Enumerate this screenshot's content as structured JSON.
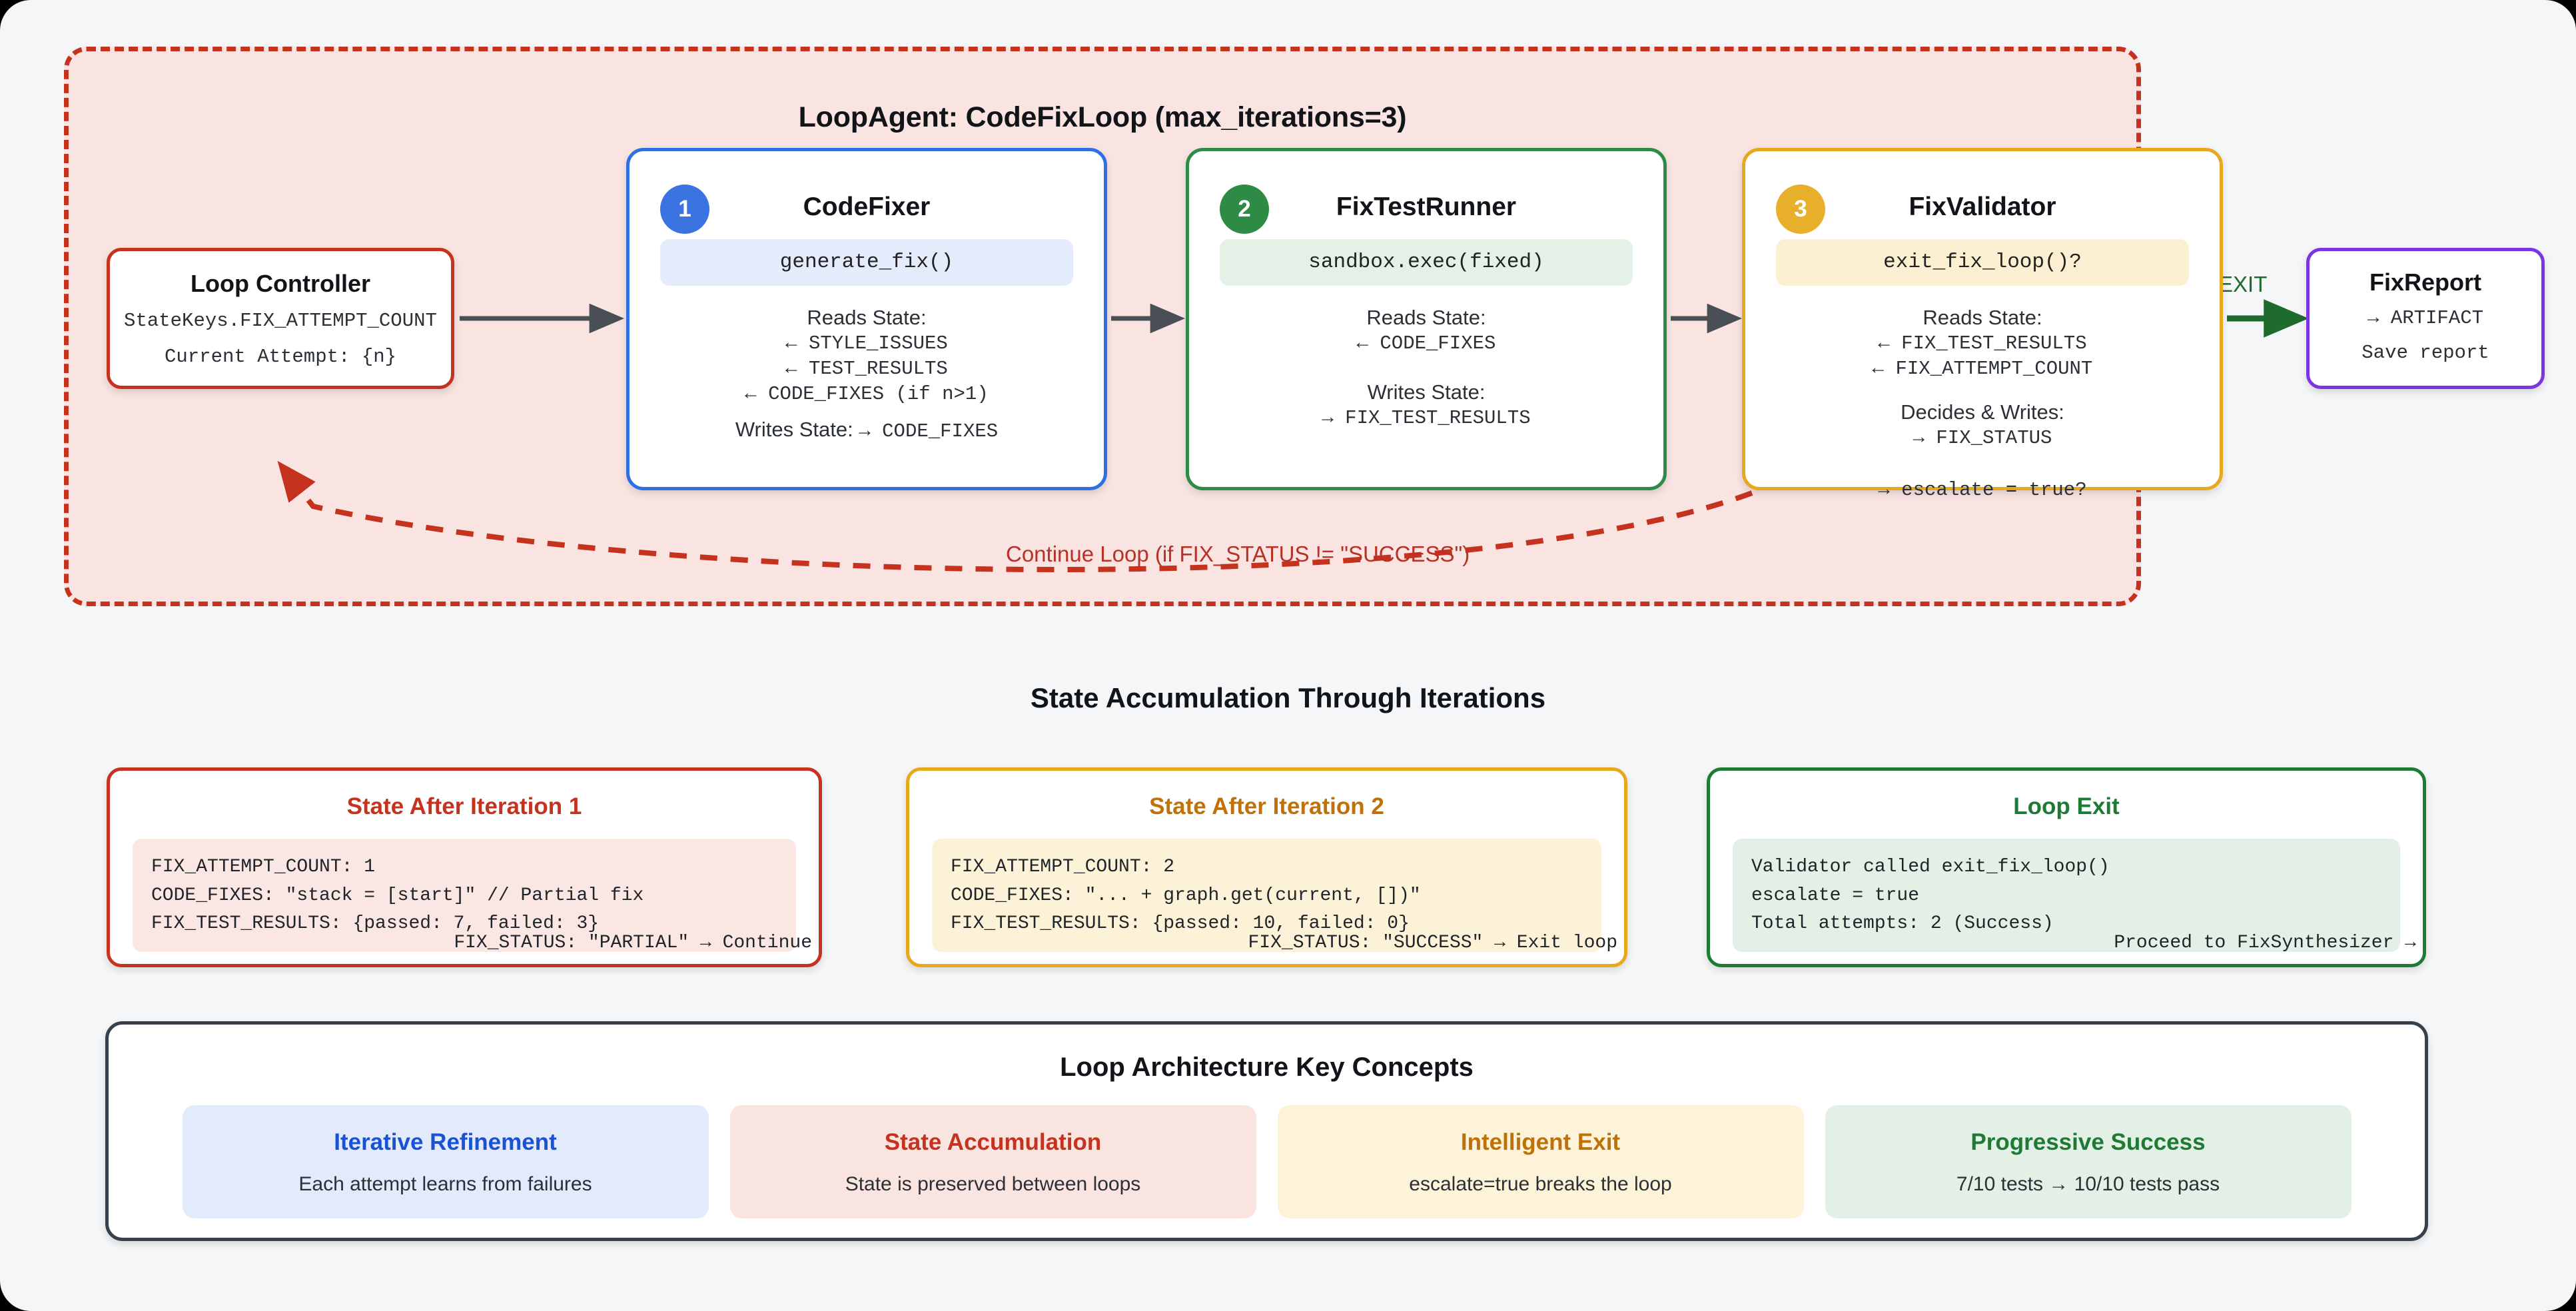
{
  "loop": {
    "title": "LoopAgent: CodeFixLoop (max_iterations=3)",
    "controller": {
      "title": "Loop Controller",
      "state_key": "StateKeys.FIX_ATTEMPT_COUNT",
      "attempt": "Current Attempt: {n}"
    },
    "nodes": [
      {
        "num": "1",
        "title": "CodeFixer",
        "chip": "generate_fix()",
        "reads_label": "Reads State:",
        "reads": [
          "← STYLE_ISSUES",
          "← TEST_RESULTS",
          "← CODE_FIXES (if n>1)"
        ],
        "writes_label": "Writes State:",
        "writes_inline": "→ CODE_FIXES",
        "color": "#2f6fe4"
      },
      {
        "num": "2",
        "title": "FixTestRunner",
        "chip": "sandbox.exec(fixed)",
        "reads_label": "Reads State:",
        "reads": [
          "← CODE_FIXES"
        ],
        "writes_label": "Writes State:",
        "writes": [
          "→ FIX_TEST_RESULTS"
        ],
        "color": "#2e8b45"
      },
      {
        "num": "3",
        "title": "FixValidator",
        "chip": "exit_fix_loop()?",
        "reads_label": "Reads State:",
        "reads": [
          "← FIX_TEST_RESULTS",
          "← FIX_ATTEMPT_COUNT"
        ],
        "writes_label": "Decides & Writes:",
        "writes": [
          "→ FIX_STATUS"
        ],
        "overflow": "→ escalate = true?",
        "color": "#e8a81c"
      }
    ],
    "exit_label": "EXIT",
    "continue_label": "Continue Loop (if FIX_STATUS != \"SUCCESS\")",
    "report": {
      "title": "FixReport",
      "lines": [
        "→ ARTIFACT",
        "Save report"
      ]
    }
  },
  "states_section": {
    "heading": "State Accumulation Through Iterations",
    "cards": [
      {
        "title": "State After Iteration 1",
        "lines": [
          "FIX_ATTEMPT_COUNT: 1",
          "CODE_FIXES: \"stack = [start]\" // Partial fix",
          "FIX_TEST_RESULTS: {passed: 7, failed: 3}"
        ],
        "footer": "FIX_STATUS: \"PARTIAL\" → Continue"
      },
      {
        "title": "State After Iteration 2",
        "lines": [
          "FIX_ATTEMPT_COUNT: 2",
          "CODE_FIXES: \"... + graph.get(current, [])\"",
          "FIX_TEST_RESULTS: {passed: 10, failed: 0}"
        ],
        "footer": "FIX_STATUS: \"SUCCESS\" → Exit loop"
      },
      {
        "title": "Loop Exit",
        "lines": [
          "Validator called exit_fix_loop()",
          "escalate = true",
          "Total attempts: 2 (Success)"
        ],
        "footer": "Proceed to FixSynthesizer →"
      }
    ]
  },
  "concepts_section": {
    "title": "Loop Architecture Key Concepts",
    "items": [
      {
        "title": "Iterative Refinement",
        "sub": "Each attempt learns from failures"
      },
      {
        "title": "State Accumulation",
        "sub": "State is preserved between loops"
      },
      {
        "title": "Intelligent Exit",
        "sub": "escalate=true breaks the loop"
      },
      {
        "title": "Progressive Success",
        "sub": "7/10 tests → 10/10 tests pass"
      }
    ]
  },
  "colors": {
    "page_bg": "#f4f6f8",
    "loop_bg": "#f9e4e1",
    "loop_border": "#c5331f",
    "blue": "#2f6fe4",
    "green": "#2e8b45",
    "amber": "#e8a81c",
    "purple": "#7b35e0",
    "slate": "#37414d",
    "arrow": "#4a4f57"
  }
}
